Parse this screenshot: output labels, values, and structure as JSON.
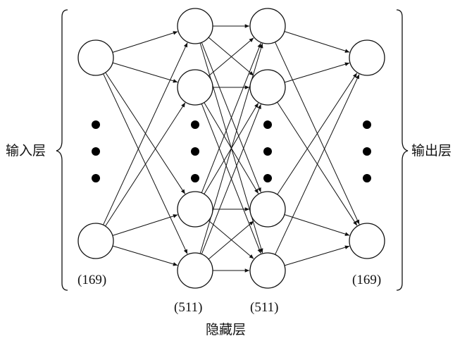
{
  "labels": {
    "input_layer": "输入层",
    "output_layer": "输出层",
    "hidden_layer": "隐藏层"
  },
  "counts": {
    "input": "(169)",
    "hidden1": "(511)",
    "hidden2": "(511)",
    "output": "(169)"
  },
  "layers": [
    {
      "id": "input",
      "nodes": 2
    },
    {
      "id": "hidden1",
      "nodes": 4
    },
    {
      "id": "hidden2",
      "nodes": 4
    },
    {
      "id": "output",
      "nodes": 2
    }
  ],
  "colors": {
    "stroke": "#111111",
    "node_fill": "#ffffff",
    "dot": "#000000"
  }
}
